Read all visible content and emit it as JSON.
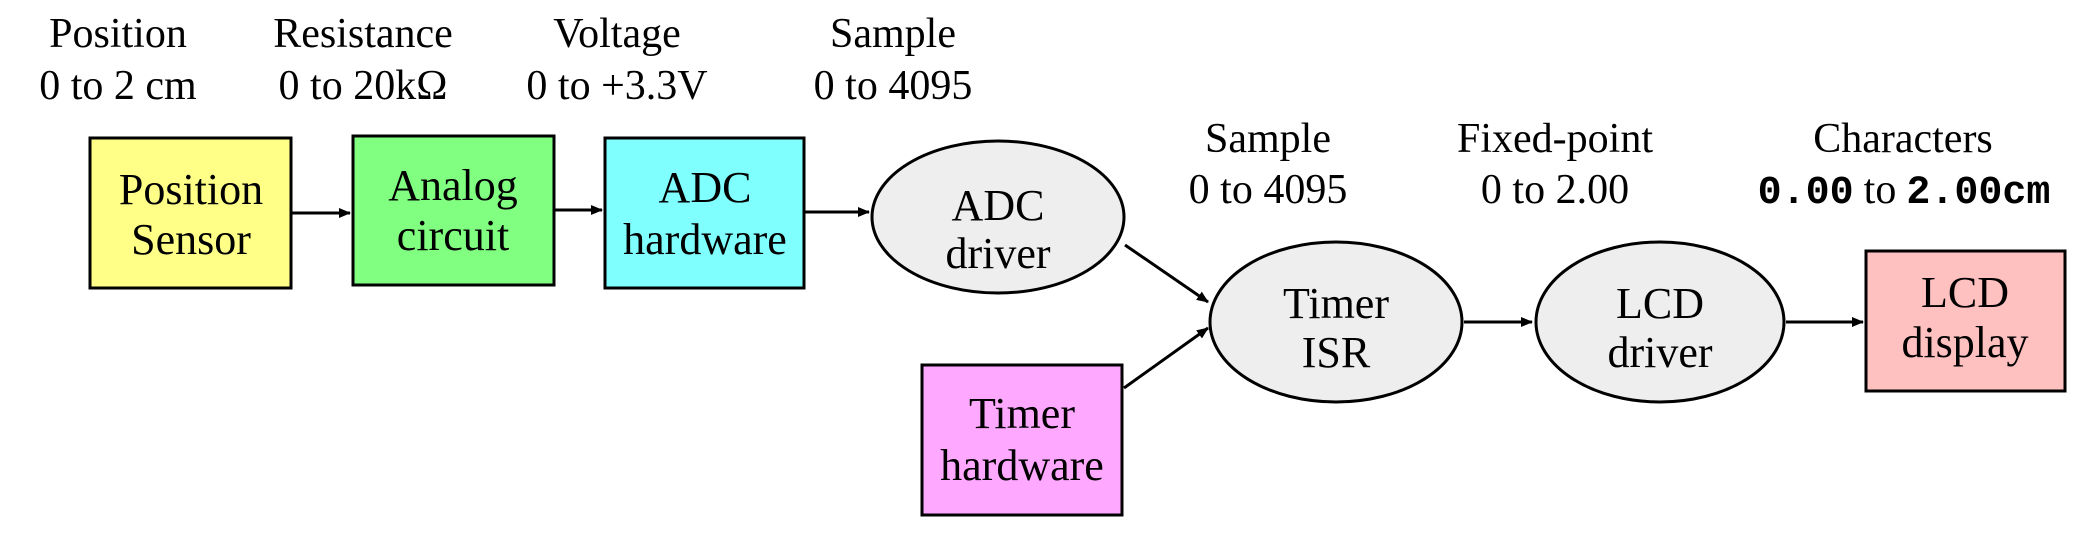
{
  "top_labels": {
    "position": {
      "title": "Position",
      "range": "0 to 2 cm"
    },
    "resistance": {
      "title": "Resistance",
      "range": "0 to 20kΩ"
    },
    "voltage": {
      "title": "Voltage",
      "range": "0 to +3.3V"
    },
    "sample_top": {
      "title": "Sample",
      "range": "0 to 4095"
    },
    "sample_mid": {
      "title": "Sample",
      "range": "0 to 4095"
    },
    "fixed_point": {
      "title": "Fixed-point",
      "range": "0 to 2.00"
    },
    "characters": {
      "title": "Characters",
      "from": "0.00",
      "to_word": "to",
      "to": "2.00cm"
    }
  },
  "nodes": {
    "position_sensor": {
      "line1": "Position",
      "line2": "Sensor",
      "color": "#ffff88"
    },
    "analog_circuit": {
      "line1": "Analog",
      "line2": "circuit",
      "color": "#80ff80"
    },
    "adc_hardware": {
      "line1": "ADC",
      "line2": "hardware",
      "color": "#80ffff"
    },
    "adc_driver": {
      "line1": "ADC",
      "line2": "driver",
      "color": "#eeeeee"
    },
    "timer_hardware": {
      "line1": "Timer",
      "line2": "hardware",
      "color": "#ffa8ff"
    },
    "timer_isr": {
      "line1": "Timer",
      "line2": "ISR",
      "color": "#eeeeee"
    },
    "lcd_driver": {
      "line1": "LCD",
      "line2": "driver",
      "color": "#eeeeee"
    },
    "lcd_display": {
      "line1": "LCD",
      "line2": "display",
      "color": "#ffc0c0"
    }
  }
}
